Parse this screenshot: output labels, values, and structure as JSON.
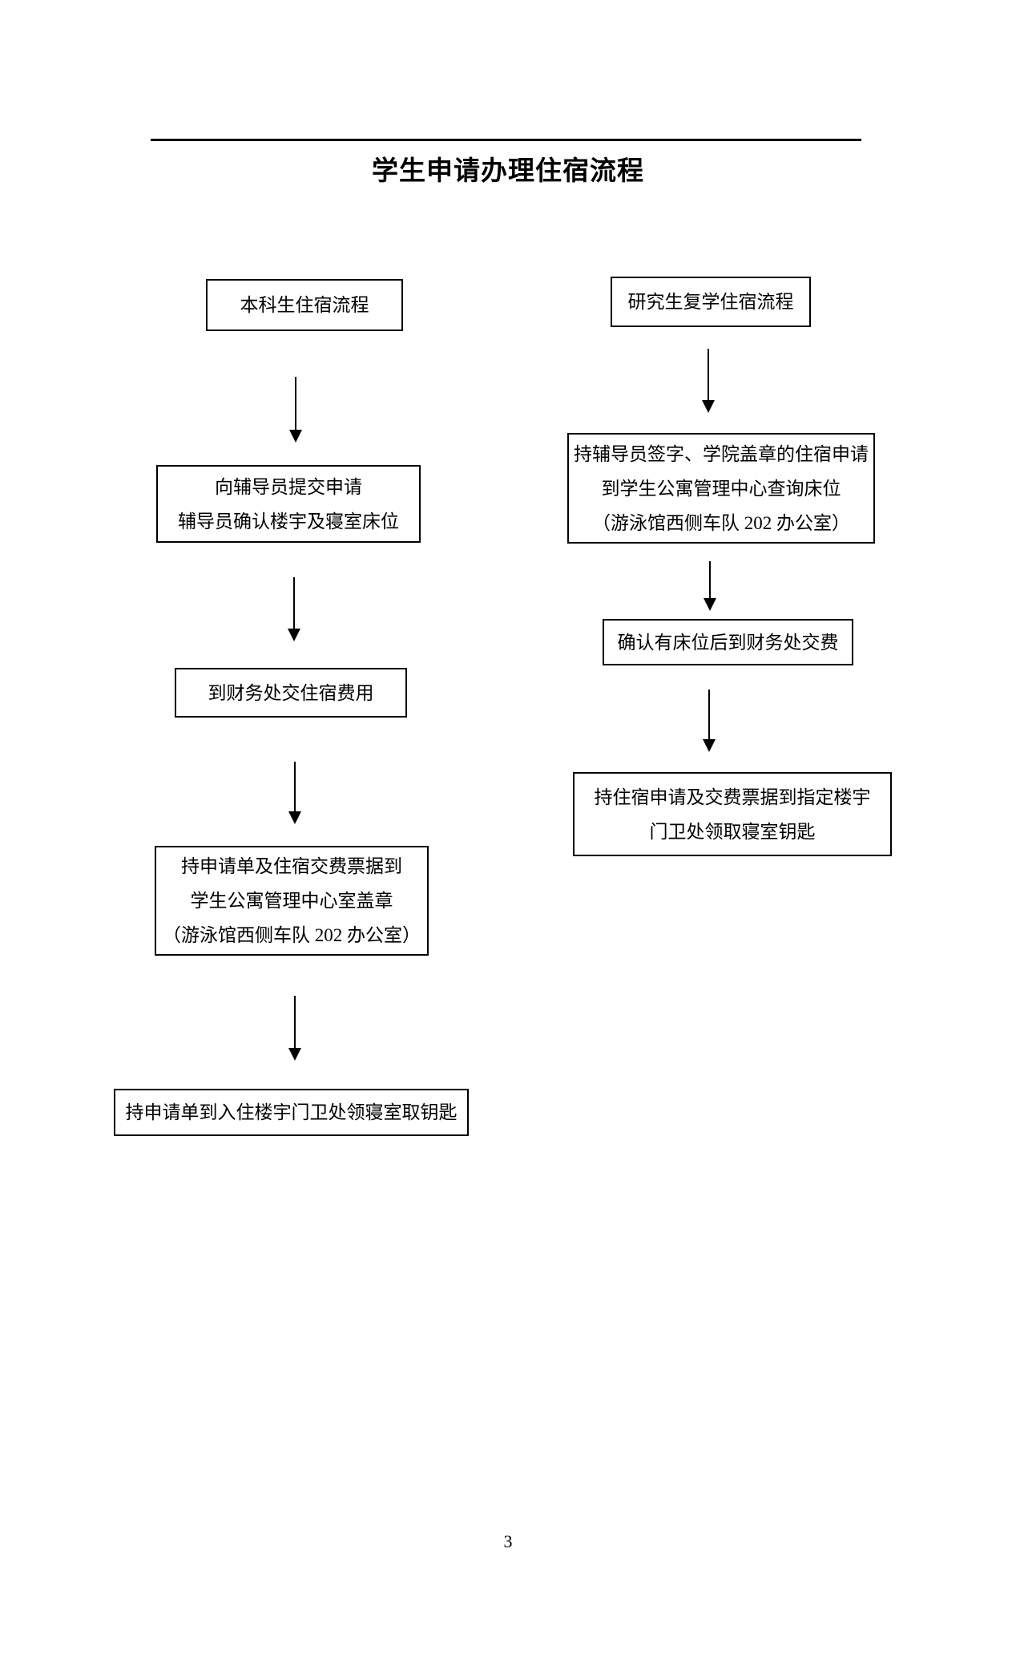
{
  "page": {
    "title": "学生申请办理住宿流程",
    "page_number": "3",
    "ink_color": "#000000",
    "background_color": "#ffffff"
  },
  "flow": {
    "left": {
      "steps": [
        {
          "lines": [
            "本科生住宿流程"
          ]
        },
        {
          "lines": [
            "向辅导员提交申请",
            "辅导员确认楼宇及寝室床位"
          ]
        },
        {
          "lines": [
            "到财务处交住宿费用"
          ]
        },
        {
          "lines": [
            "持申请单及住宿交费票据到",
            "学生公寓管理中心室盖章",
            "（游泳馆西侧车队 202 办公室）"
          ]
        },
        {
          "lines": [
            "持申请单到入住楼宇门卫处领寝室取钥匙"
          ]
        }
      ]
    },
    "right": {
      "steps": [
        {
          "lines": [
            "研究生复学住宿流程"
          ]
        },
        {
          "lines": [
            "持辅导员签字、学院盖章的住宿申请",
            "到学生公寓管理中心查询床位",
            "（游泳馆西侧车队 202 办公室）"
          ]
        },
        {
          "lines": [
            "确认有床位后到财务处交费"
          ]
        },
        {
          "lines": [
            "持住宿申请及交费票据到指定楼宇",
            "门卫处领取寝室钥匙"
          ]
        }
      ]
    }
  }
}
